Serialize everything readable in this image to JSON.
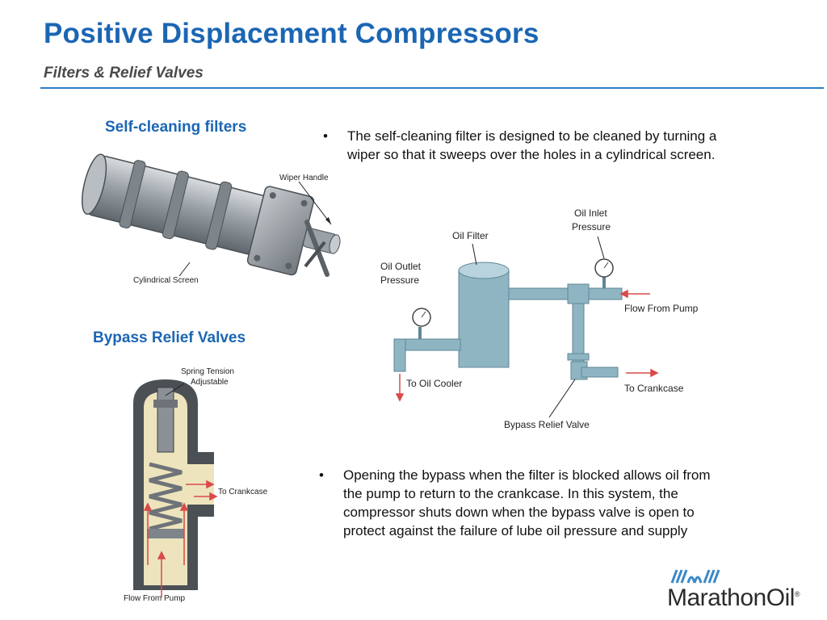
{
  "title": "Positive Displacement Compressors",
  "subtitle": "Filters & Relief Valves",
  "sections": {
    "filters_heading": "Self-cleaning filters",
    "valves_heading": "Bypass Relief Valves"
  },
  "bullets": [
    {
      "marker": "•",
      "lines": [
        "The self-cleaning filter is designed to be cleaned by turning a",
        "wiper so that it sweeps over the holes in a cylindrical screen."
      ]
    },
    {
      "marker": "•",
      "lines": [
        "Opening the bypass when the filter is blocked allows oil from",
        "the pump to return to the crankcase.  In this system, the",
        "compressor shuts down when the bypass valve is open to",
        "protect against the failure of lube oil pressure and supply"
      ]
    }
  ],
  "filter_diagram": {
    "wiper_handle": "Wiper Handle",
    "cylindrical_screen": "Cylindrical Screen"
  },
  "valve_diagram": {
    "spring_tension": [
      "Spring Tension",
      "Adjustable"
    ],
    "to_crankcase": "To Crankcase",
    "flow_from_pump": "Flow From Pump"
  },
  "system_diagram": {
    "oil_inlet_pressure": [
      "Oil Inlet",
      "Pressure"
    ],
    "oil_filter": "Oil Filter",
    "oil_outlet_pressure": [
      "Oil Outlet",
      "Pressure"
    ],
    "flow_from_pump": "Flow From Pump",
    "to_oil_cooler": "To Oil Cooler",
    "to_crankcase": "To Crankcase",
    "bypass_relief_valve": "Bypass Relief Valve"
  },
  "logo": {
    "text": "MarathonOil",
    "registered": "®"
  },
  "colors": {
    "accent": "#1b66b3",
    "rule": "#2f7bc3",
    "arrow": "#d94a4a",
    "pipe": "#8fb5c3"
  }
}
